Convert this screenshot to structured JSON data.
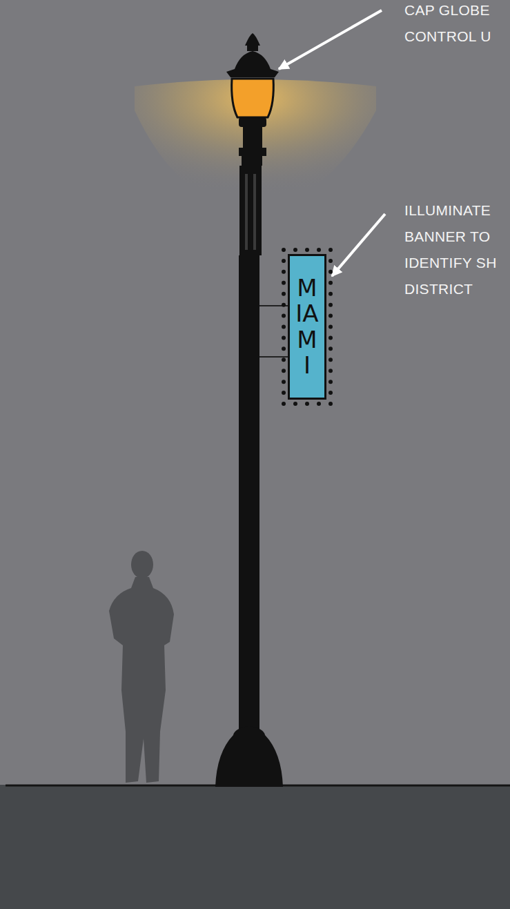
{
  "diagram": {
    "nodes": [
      {
        "text": [
          "MIAMI"
        ]
      }
    ],
    "labels": [
      "CAP GLOBE CONTROL U",
      "ILLUMINATE BANNER TO IDENTIFY SH DISTRICT"
    ]
  }
}
